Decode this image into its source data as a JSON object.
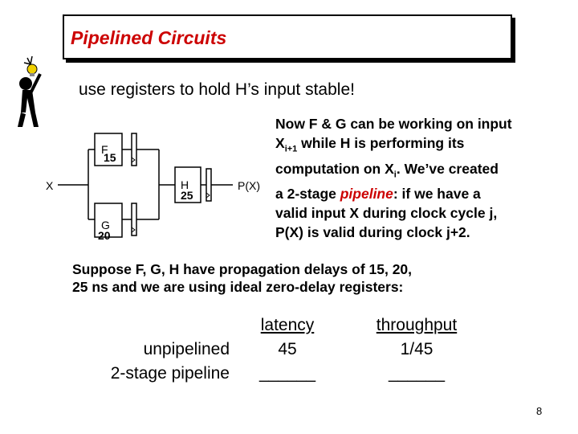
{
  "title": "Pipelined Circuits",
  "subtitle": "use registers to hold H’s input stable!",
  "circuit": {
    "input_label": "X",
    "output_label": "P(X)",
    "blocks": [
      {
        "name": "F",
        "delay": "15"
      },
      {
        "name": "G",
        "delay": "20"
      },
      {
        "name": "H",
        "delay": "25"
      }
    ]
  },
  "description": {
    "line1": "Now F & G can be working on input",
    "line2_pre": "X",
    "line2_sub": "i+1",
    "line2_post": " while H is performing its",
    "line3_pre": "computation on X",
    "line3_sub": "i",
    "line3_post": ".  We’ve created",
    "line4_pre": "a 2-stage ",
    "line4_em": "pipeline",
    "line4_post": ": if we have a",
    "line5": "valid input X during clock cycle j,",
    "line6": "P(X) is valid during clock j+2."
  },
  "suppose": {
    "line1": "Suppose F, G, H have propagation delays of 15, 20,",
    "line2": "25 ns and we are using ideal zero-delay registers:"
  },
  "table": {
    "rows": [
      "unpipelined",
      "2-stage pipeline"
    ],
    "latency": {
      "header": "latency",
      "values": [
        "45",
        "______"
      ]
    },
    "throughput": {
      "header": "throughput",
      "values": [
        "1/45",
        "______"
      ]
    }
  },
  "page_number": "8",
  "colors": {
    "accent": "#cc0000",
    "bulb": "#f0d000"
  }
}
